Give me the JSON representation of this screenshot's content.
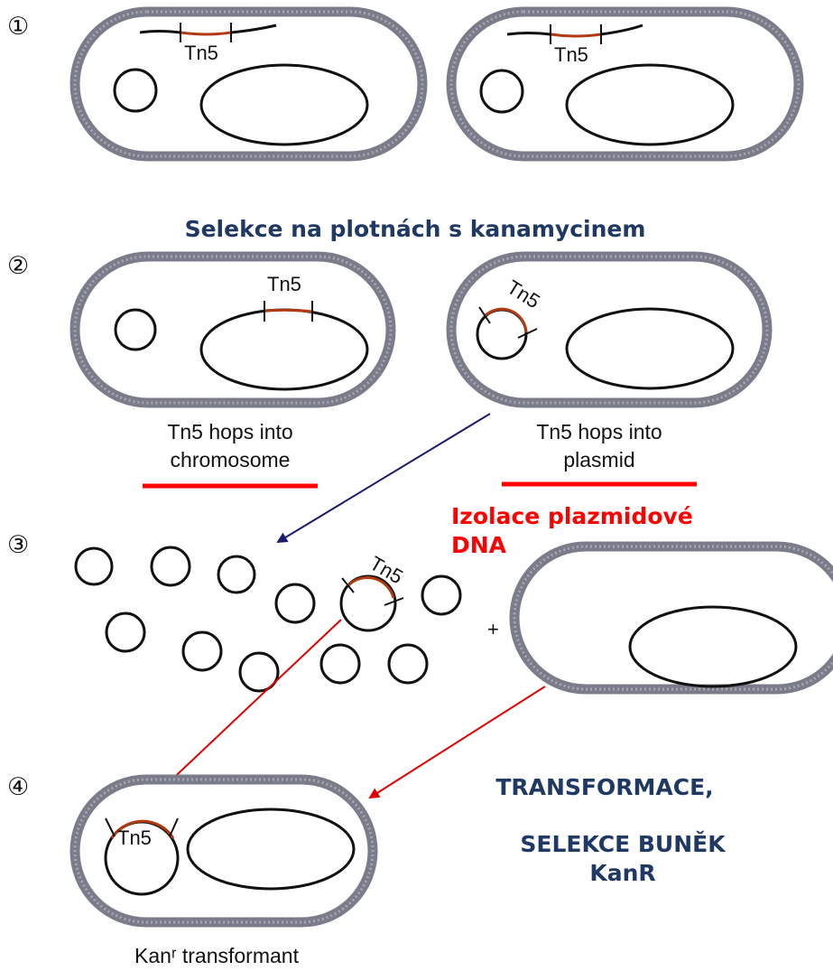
{
  "step_numbers": [
    "①",
    "②",
    "③",
    "④"
  ],
  "transposon_label": "Tn5",
  "heading_selection": "Selekce na plotnách s kanamycinem",
  "captions": {
    "chromosome_line1": "Tn5 hops into",
    "chromosome_line2": "chromosome",
    "plasmid_line1": "Tn5 hops into",
    "plasmid_line2": "plasmid"
  },
  "heading_isolation": {
    "line1": "Izolace plazmidové",
    "line2": "DNA"
  },
  "plus_sign": "+",
  "heading_transformation": {
    "line1": "TRANSFORMACE,",
    "line2": "SELEKCE BUNĚK",
    "line3": "KanR"
  },
  "transformant_caption": "Kanʳ transformant",
  "colors": {
    "cell_wall": "#7b7c8a",
    "transposon": "#b23a10",
    "blue_heading": "#1f3864",
    "red_heading": "#ff0000",
    "underline": "#ff0000",
    "arrow_navy": "#1a1a6e",
    "arrow_red": "#e00000"
  }
}
